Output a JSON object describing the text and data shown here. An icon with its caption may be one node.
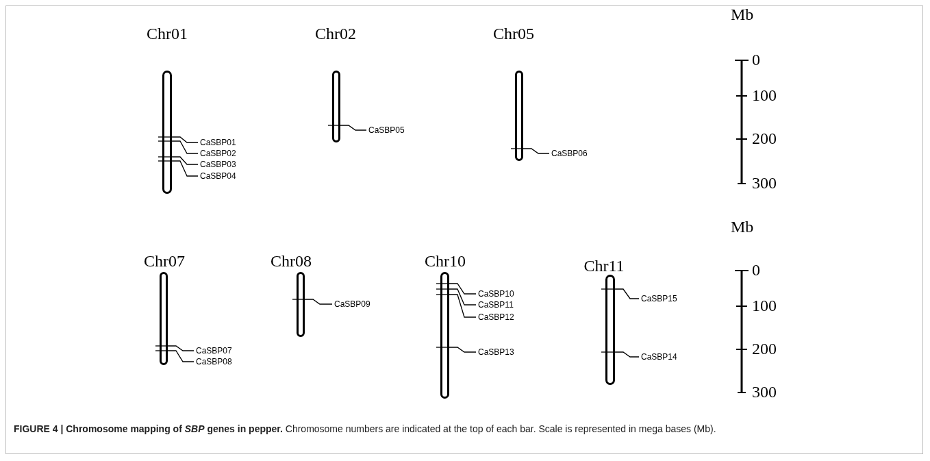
{
  "diagram": {
    "caption": "**FIGURE 4 | Chromosome mapping of *SBP* genes in pepper.** Chromosome numbers are indicated at the top of each bar. Scale is represented in mega bases (Mb).",
    "nodes": [
      {
        "text": [],
        "shape": "bar",
        "beside": [
          "Chr01"
        ]
      },
      {
        "text": [
          "CaSBP01"
        ]
      },
      {
        "text": [
          "CaSBP02"
        ]
      },
      {
        "text": [
          "CaSBP03"
        ]
      },
      {
        "text": [
          "CaSBP04"
        ]
      },
      {
        "text": [],
        "shape": "bar",
        "beside": [
          "Chr02"
        ]
      },
      {
        "text": [
          "CaSBP05"
        ]
      },
      {
        "text": [],
        "shape": "bar",
        "beside": [
          "Chr05"
        ]
      },
      {
        "text": [
          "CaSBP06"
        ]
      },
      {
        "text": [],
        "shape": "bar",
        "beside": [
          "Chr07"
        ]
      },
      {
        "text": [
          "CaSBP07"
        ]
      },
      {
        "text": [
          "CaSBP08"
        ]
      },
      {
        "text": [],
        "shape": "bar",
        "beside": [
          "Chr08"
        ]
      },
      {
        "text": [
          "CaSBP09"
        ]
      },
      {
        "text": [],
        "shape": "bar",
        "beside": [
          "Chr10"
        ]
      },
      {
        "text": [
          "CaSBP10"
        ]
      },
      {
        "text": [
          "CaSBP11"
        ]
      },
      {
        "text": [
          "CaSBP12"
        ]
      },
      {
        "text": [
          "CaSBP13"
        ]
      },
      {
        "text": [],
        "shape": "bar",
        "beside": [
          "Chr11"
        ]
      },
      {
        "text": [
          "CaSBP15"
        ]
      },
      {
        "text": [
          "CaSBP14"
        ]
      }
    ],
    "edges": [
      {
        "from": 1,
        "to": 0,
        "arrow": "none"
      },
      {
        "from": 2,
        "to": 0,
        "arrow": "none"
      },
      {
        "from": 3,
        "to": 0,
        "arrow": "none"
      },
      {
        "from": 4,
        "to": 0,
        "arrow": "none"
      },
      {
        "from": 6,
        "to": 5,
        "arrow": "none"
      },
      {
        "from": 8,
        "to": 7,
        "arrow": "none"
      },
      {
        "from": 10,
        "to": 9,
        "arrow": "none"
      },
      {
        "from": 11,
        "to": 9,
        "arrow": "none"
      },
      {
        "from": 13,
        "to": 12,
        "arrow": "none"
      },
      {
        "from": 15,
        "to": 14,
        "arrow": "none"
      },
      {
        "from": 16,
        "to": 14,
        "arrow": "none"
      },
      {
        "from": 17,
        "to": 14,
        "arrow": "none"
      },
      {
        "from": 18,
        "to": 14,
        "arrow": "none"
      },
      {
        "from": 20,
        "to": 19,
        "arrow": "none"
      },
      {
        "from": 21,
        "to": 19,
        "arrow": "none"
      }
    ],
    "labels": [
      "Mb",
      "0",
      "100",
      "200",
      "300",
      "Mb",
      "0",
      "100",
      "200",
      "300"
    ]
  }
}
